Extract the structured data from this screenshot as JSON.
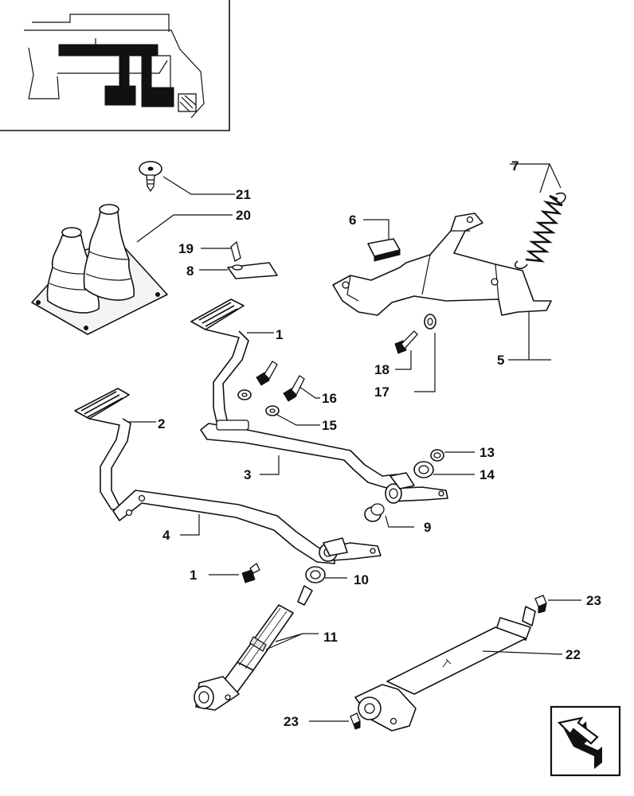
{
  "labels": {
    "p1": "1",
    "p1b": "1",
    "p2": "2",
    "p3": "3",
    "p4": "4",
    "p5": "5",
    "p6": "6",
    "p7": "7",
    "p8": "8",
    "p9": "9",
    "p10": "10",
    "p11": "11",
    "p13": "13",
    "p14": "14",
    "p15": "15",
    "p16": "16",
    "p17": "17",
    "p18": "18",
    "p19": "19",
    "p20": "20",
    "p21": "21",
    "p22": "22",
    "p23a": "23",
    "p23b": "23"
  },
  "icons": {
    "nav": "arrow-back-icon",
    "inset": "tractor-pedal-location-inset"
  }
}
